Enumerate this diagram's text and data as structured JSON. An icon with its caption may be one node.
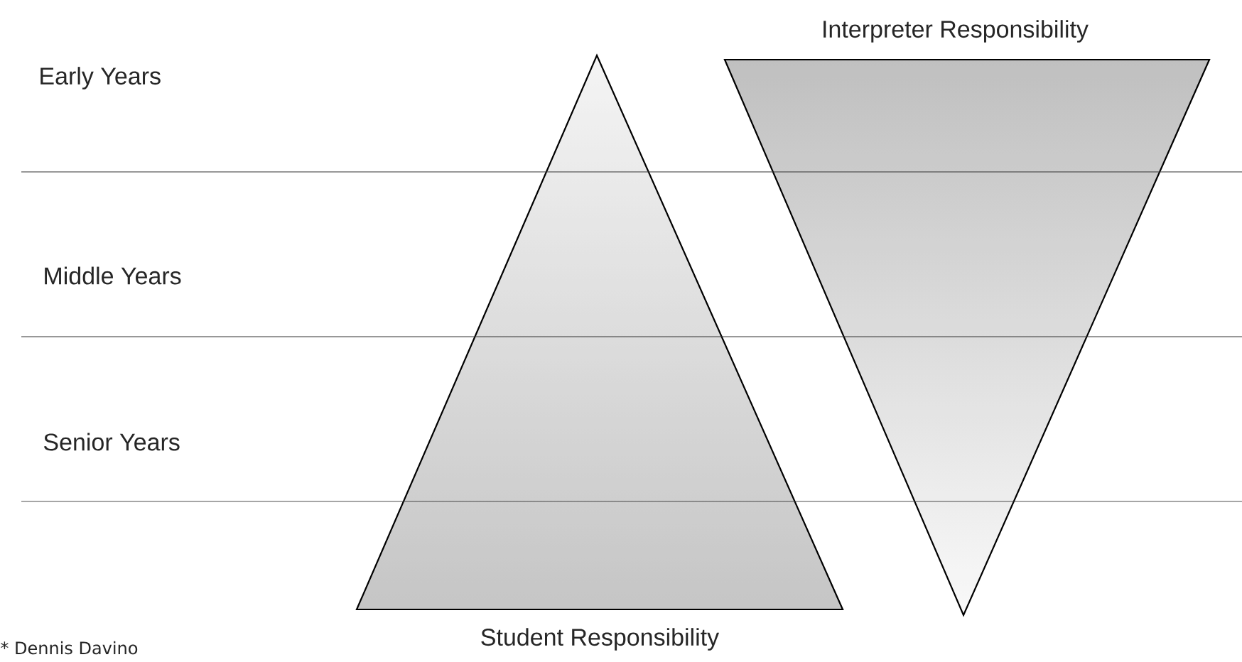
{
  "diagram": {
    "nodes": [
      {
        "text": [
          "Student Responsibility"
        ]
      },
      {
        "text": [
          "Interpreter Responsibility"
        ]
      }
    ],
    "labels": [
      "Early Years",
      "Middle Years",
      "Senior Years",
      "* Dennis Davino"
    ]
  }
}
